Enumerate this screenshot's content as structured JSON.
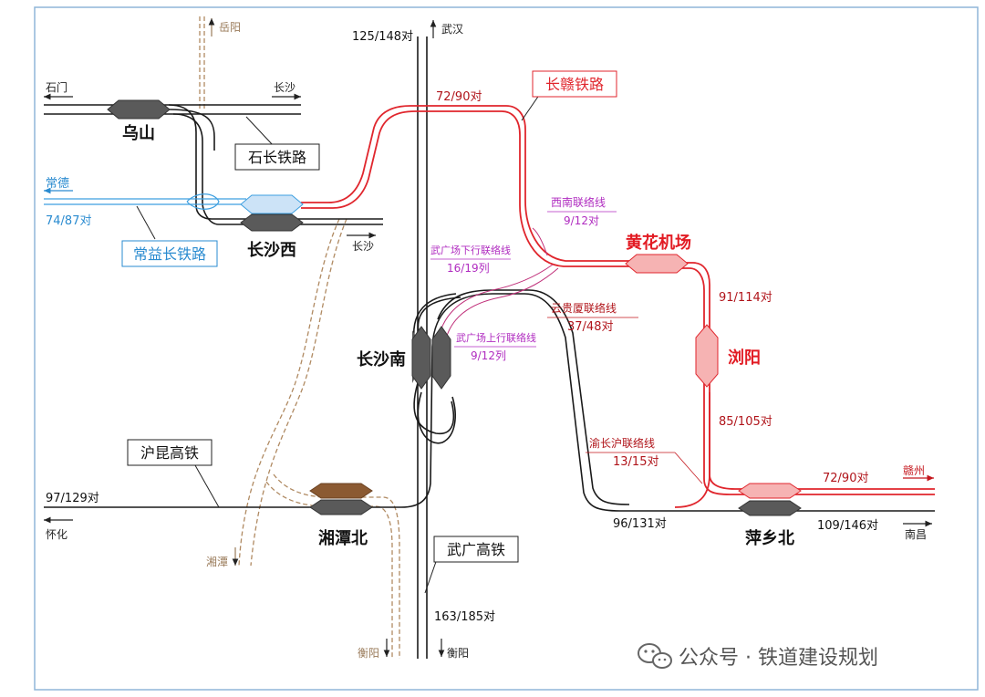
{
  "stations": {
    "wushan": "乌山",
    "changshaxi": "长沙西",
    "changshanan": "长沙南",
    "xiangtanbei": "湘潭北",
    "huanghua": "黄花机场",
    "liuyang": "浏阳",
    "pingxiangbei": "萍乡北"
  },
  "lines": {
    "shichang": "石长铁路",
    "changyi": "常益长铁路",
    "changgan": "长赣铁路",
    "hukun": "沪昆高铁",
    "wuguang": "武广高铁"
  },
  "directions": {
    "yueyang": "岳阳",
    "wuhan": "武汉",
    "shimen": "石门",
    "changsha_top": "长沙",
    "changde": "常德",
    "changsha_west": "长沙",
    "ganzhou": "赣州",
    "nanchang": "南昌",
    "huaihua": "怀化",
    "xiangtan": "湘潭",
    "hengyang_left": "衡阳",
    "hengyang_right": "衡阳"
  },
  "connections": {
    "xinan": "西南联络线",
    "xinan_count": "9/12对",
    "wgc_down": "武广场下行联络线",
    "wgc_down_count": "16/19列",
    "yunguixia": "云贵厦联络线",
    "yunguixia_count": "37/48对",
    "wgc_up": "武广场上行联络线",
    "wgc_up_count": "9/12列",
    "yuchanghu": "渝长沪联络线",
    "yuchanghu_count": "13/15对"
  },
  "counts": {
    "wuhan": "125/148对",
    "changgan_top": "72/90对",
    "changyi": "74/87对",
    "huanghua_liuyang": "91/114对",
    "liuyang_pingxiang": "85/105对",
    "ganzhou": "72/90对",
    "pingxiang_west": "96/131对",
    "nanchang": "109/146对",
    "huaihua": "97/129对",
    "hengyang": "163/185对"
  },
  "watermark": {
    "icon": "wechat-icon",
    "text": "公众号 · 铁道建设规划"
  },
  "colors": {
    "black_line": "#1a1a1a",
    "red_line": "#e0262d",
    "blue_line": "#3d9fe0",
    "brown_line": "#b08a62",
    "purple_label": "#b02cc0"
  }
}
